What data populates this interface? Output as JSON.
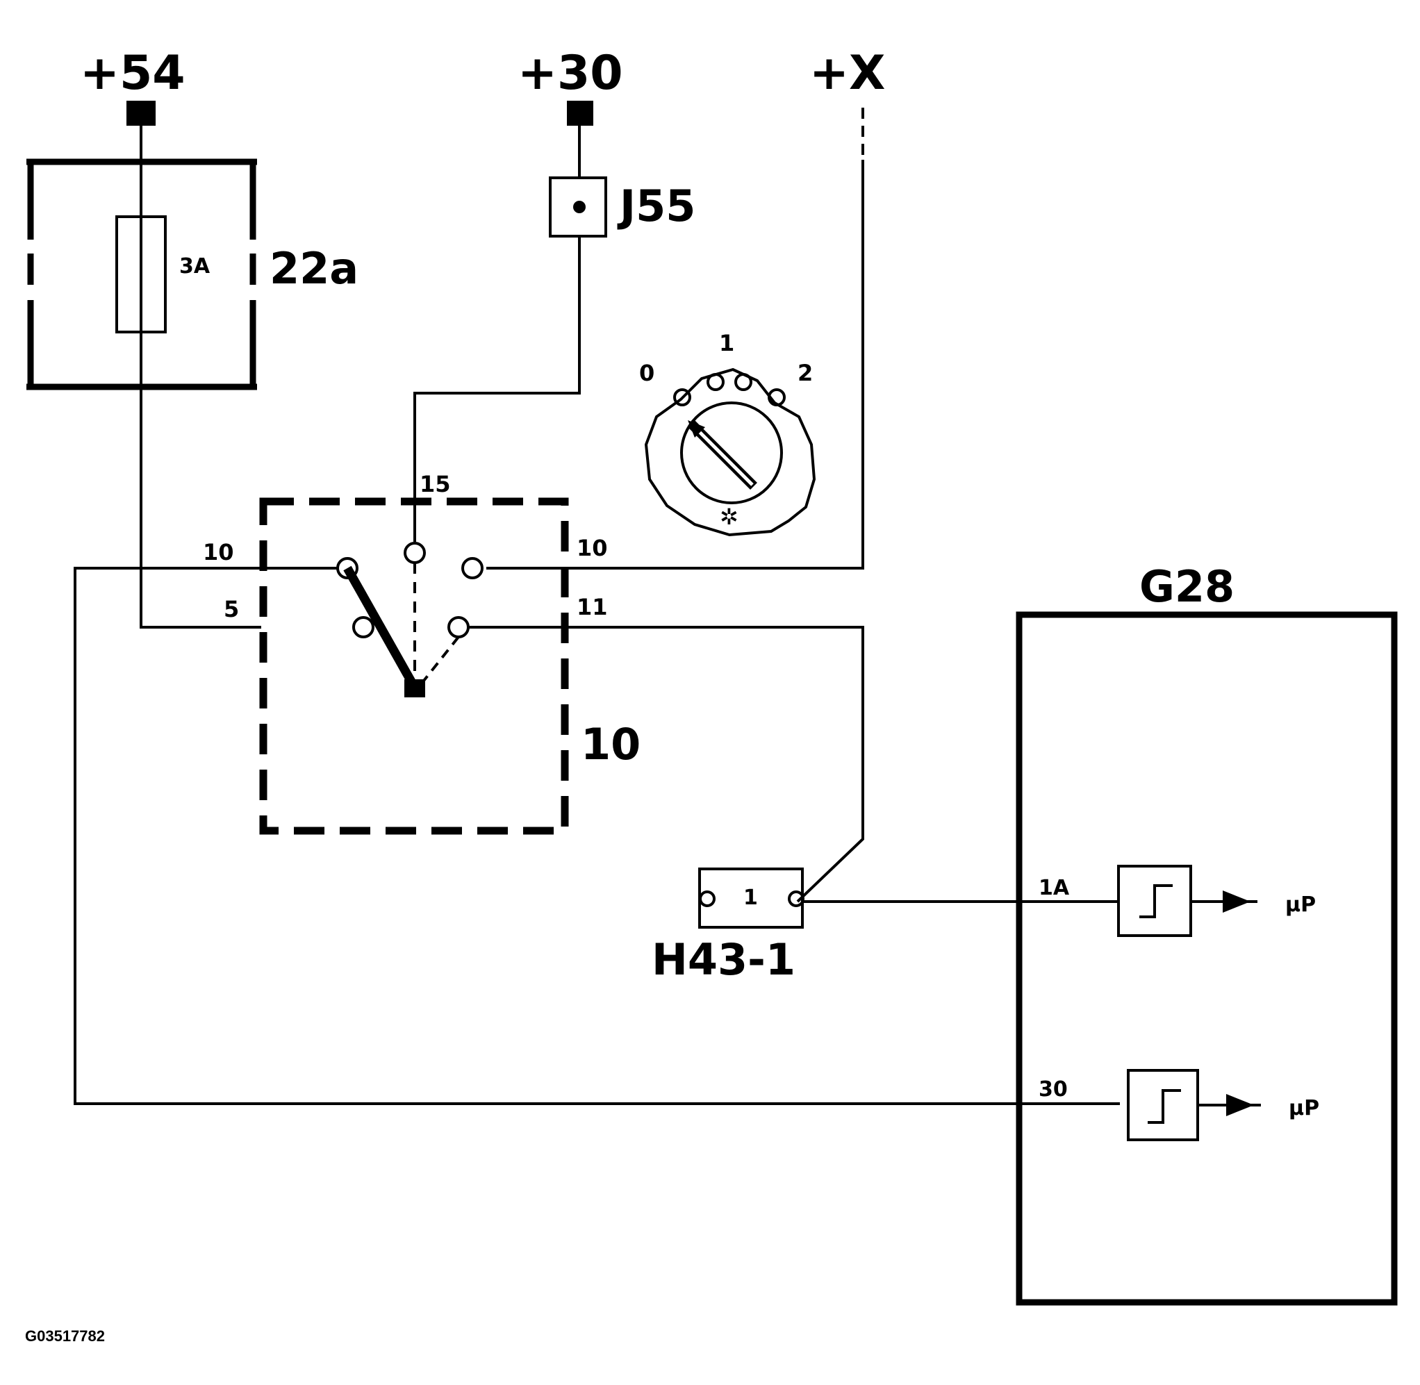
{
  "terminals": {
    "t54": "+54",
    "t30": "+30",
    "tx": "+X"
  },
  "components": {
    "fuse_id": "22a",
    "fuse_rating": "3A",
    "connector_j55": "J55",
    "switch_id": "10",
    "lamp_id": "H43-1",
    "lamp_pin": "1",
    "module_id": "G28"
  },
  "switch_pins": {
    "p15": "15",
    "p10": "10",
    "p5": "5",
    "p10r": "10",
    "p11": "11"
  },
  "knob": {
    "pos0": "0",
    "pos1": "1",
    "pos2": "2"
  },
  "module_pins": {
    "in1": "1A",
    "in2": "30"
  },
  "outputs": {
    "out1": "µP",
    "out2": "µP"
  },
  "figure_code": "G03517782"
}
